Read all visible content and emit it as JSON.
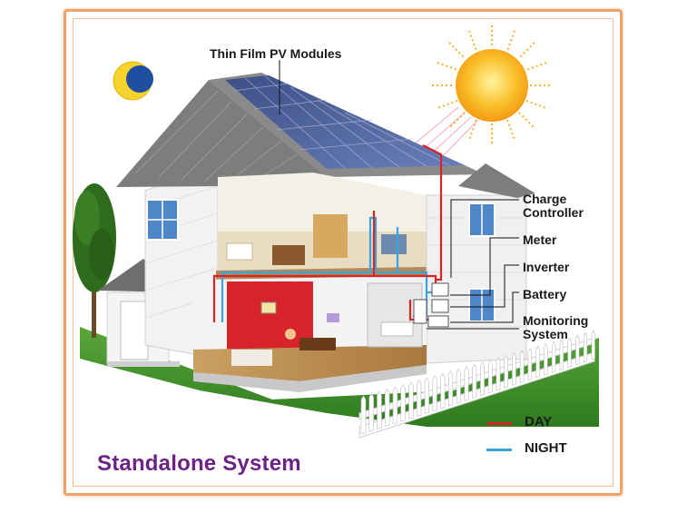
{
  "labels": {
    "pv_modules": "Thin Film PV Modules",
    "charge_controller_1": "Charge",
    "charge_controller_2": "Controller",
    "meter": "Meter",
    "inverter": "Inverter",
    "battery": "Battery",
    "monitoring_1": "Monitoring",
    "monitoring_2": "System"
  },
  "legend": {
    "day": "DAY",
    "night": "NIGHT",
    "day_color": "#d8232a",
    "night_color": "#3aa5dc"
  },
  "title": "Standalone System",
  "colors": {
    "frame": "#f3a266",
    "title": "#6b2284",
    "red_wall": "#d8232a",
    "sun": "#f7a81b",
    "grass": "#3f8f2a"
  }
}
